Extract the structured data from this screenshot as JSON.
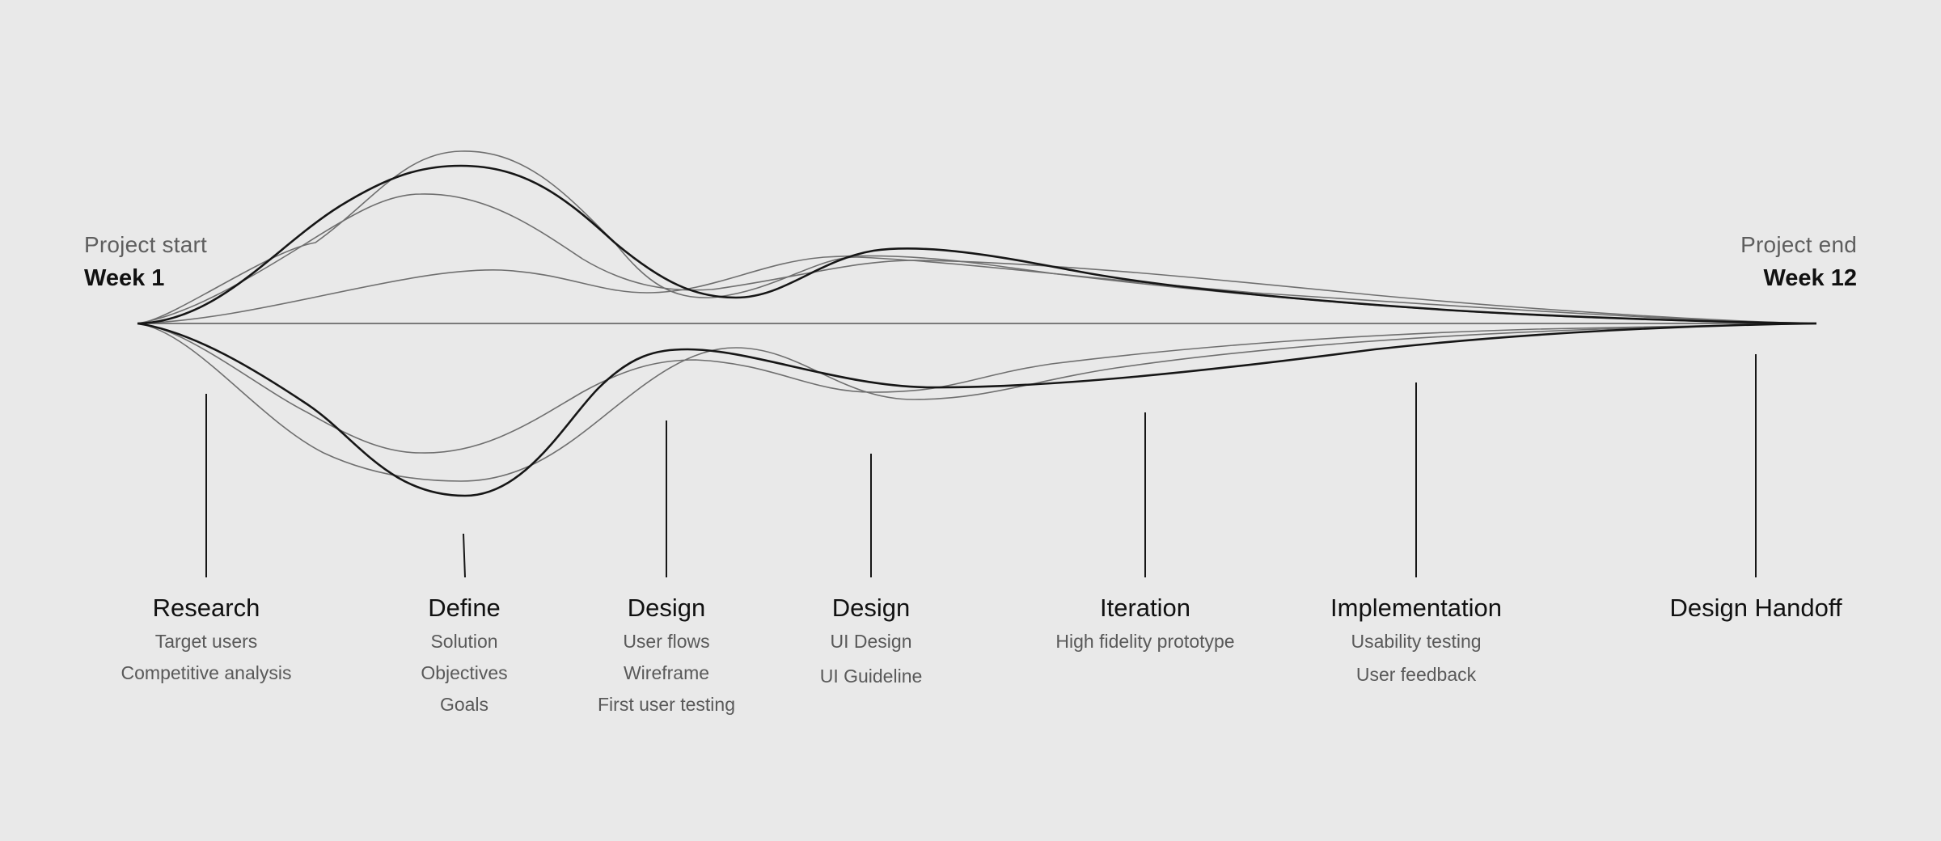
{
  "start": {
    "caption": "Project start",
    "week": "Week 1"
  },
  "end": {
    "caption": "Project end",
    "week": "Week 12"
  },
  "phases": [
    {
      "title": "Research",
      "items": [
        "Target users",
        "Competitive analysis"
      ]
    },
    {
      "title": "Define",
      "items": [
        "Solution",
        "Objectives",
        "Goals"
      ]
    },
    {
      "title": "Design",
      "items": [
        "User flows",
        "Wireframe",
        "First user testing"
      ]
    },
    {
      "title": "Design",
      "items": [
        "UI Design",
        "UI Guideline"
      ]
    },
    {
      "title": "Iteration",
      "items": [
        "High fidelity prototype"
      ]
    },
    {
      "title": "Implementation",
      "items": [
        "Usability testing",
        "User feedback"
      ]
    },
    {
      "title": "Design Handoff",
      "items": []
    }
  ],
  "colors": {
    "background": "#e9e9e9",
    "dark_stroke": "#161616",
    "light_stroke": "#6f6f6f",
    "caption_text": "#5e5e5e",
    "detail_text": "#595959"
  }
}
